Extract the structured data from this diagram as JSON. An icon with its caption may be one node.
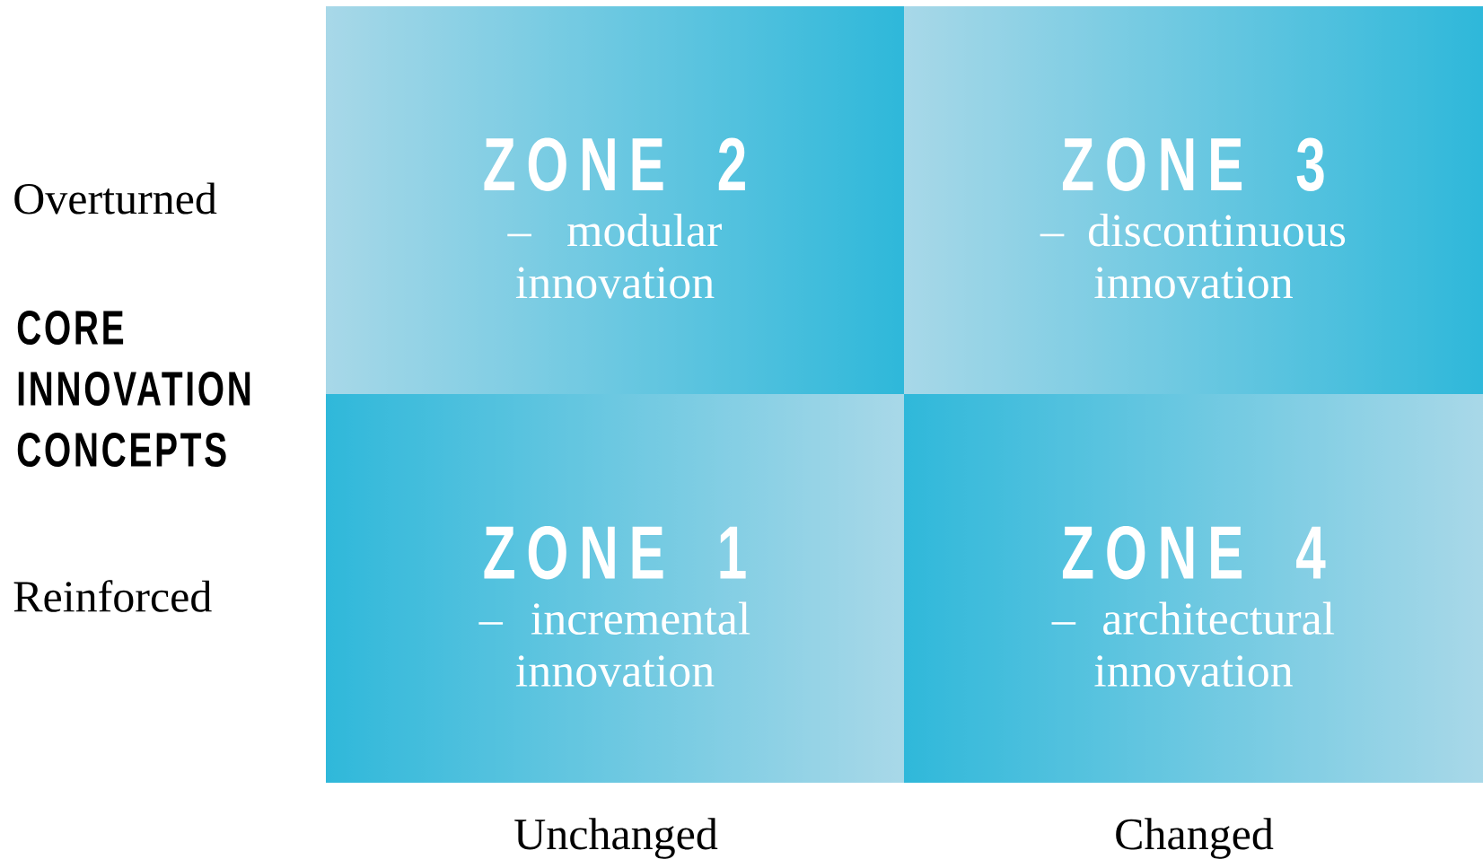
{
  "diagram": {
    "nodes": [
      {
        "text": [
          "ZONE 2",
          "– modular innovation"
        ]
      },
      {
        "text": [
          "ZONE 3",
          "– discontinuous innovation"
        ]
      },
      {
        "text": [
          "ZONE 1",
          "– incremental innovation"
        ]
      },
      {
        "text": [
          "ZONE 4",
          "– architectural innovation"
        ]
      }
    ],
    "labels": [
      "Overturned",
      "CORE INNOVATION CONCEPTS",
      "Reinforced",
      "Unchanged",
      "Changed"
    ]
  }
}
